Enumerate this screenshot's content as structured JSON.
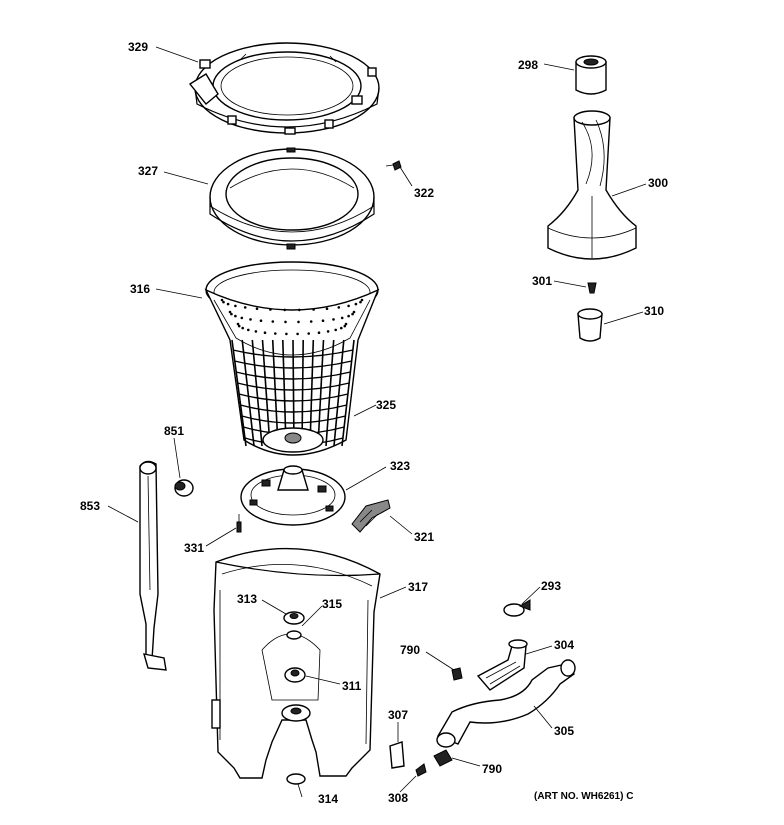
{
  "parts": {
    "p329": "329",
    "p327": "327",
    "p322": "322",
    "p316": "316",
    "p325": "325",
    "p851": "851",
    "p323": "323",
    "p853": "853",
    "p321": "321",
    "p331": "331",
    "p317": "317",
    "p313": "313",
    "p315": "315",
    "p311": "311",
    "p314": "314",
    "p298": "298",
    "p300": "300",
    "p301": "301",
    "p310": "310",
    "p293": "293",
    "p304": "304",
    "p790a": "790",
    "p305": "305",
    "p307": "307",
    "p790b": "790",
    "p308": "308"
  },
  "art_number": "(ART NO. WH6261) C"
}
